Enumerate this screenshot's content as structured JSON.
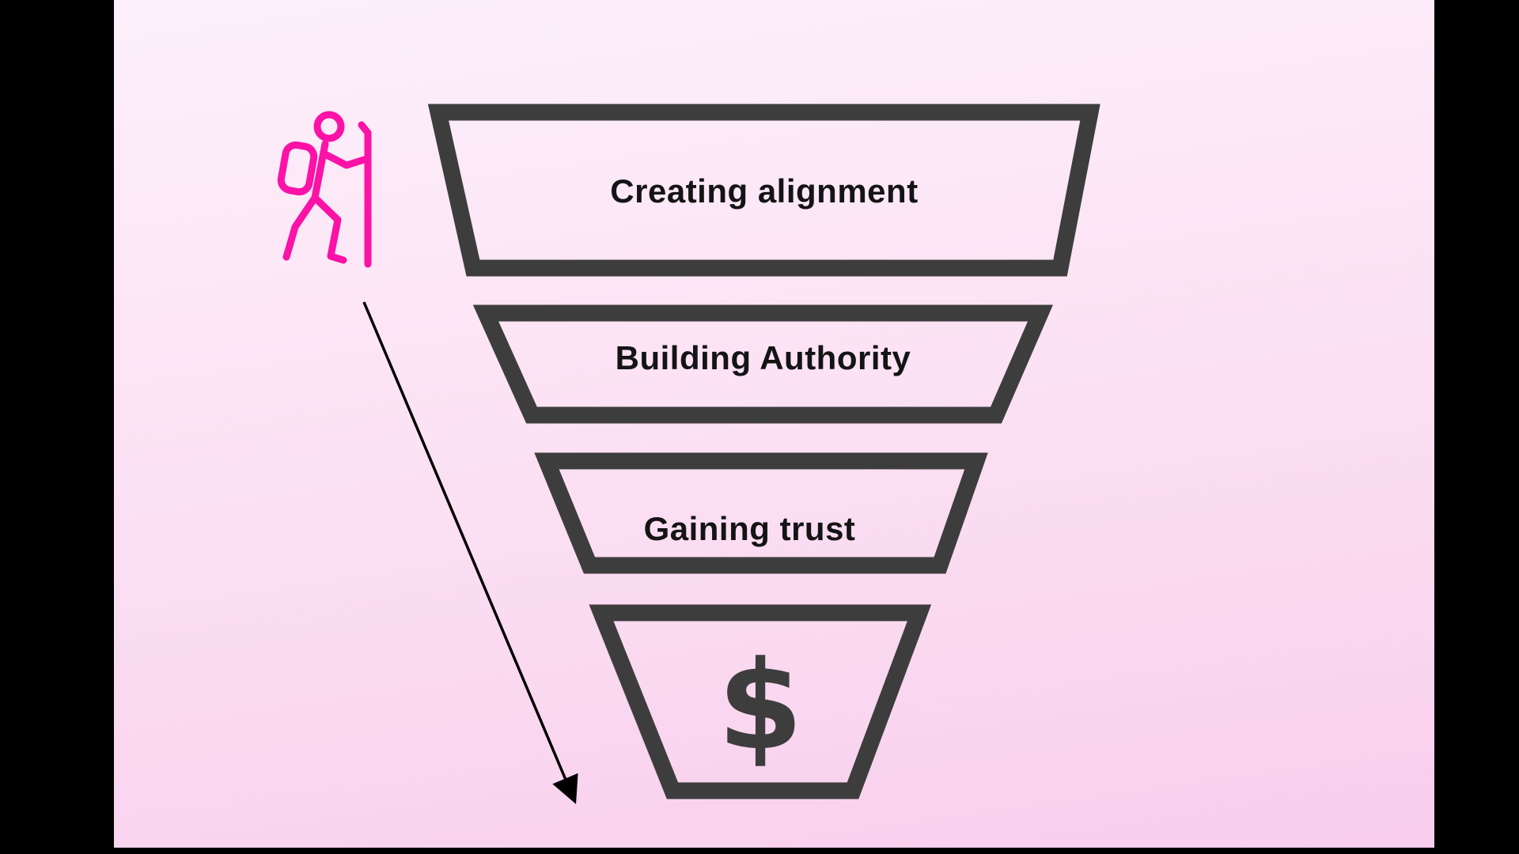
{
  "scene": {
    "background": "#000000",
    "canvas_gradient_top": "#fdf1fa",
    "canvas_gradient_bottom": "#f8cdec"
  },
  "funnel": {
    "stroke_color": "#3d3d3d",
    "text_color": "#141414",
    "levels": [
      {
        "label": "Creating alignment"
      },
      {
        "label": "Building Authority"
      },
      {
        "label": "Gaining trust"
      },
      {
        "label": "$"
      }
    ]
  },
  "hiker": {
    "icon": "hiker-icon",
    "color": "#fb12a7"
  },
  "arrow": {
    "icon": "downward-journey-arrow",
    "color": "#000000"
  }
}
